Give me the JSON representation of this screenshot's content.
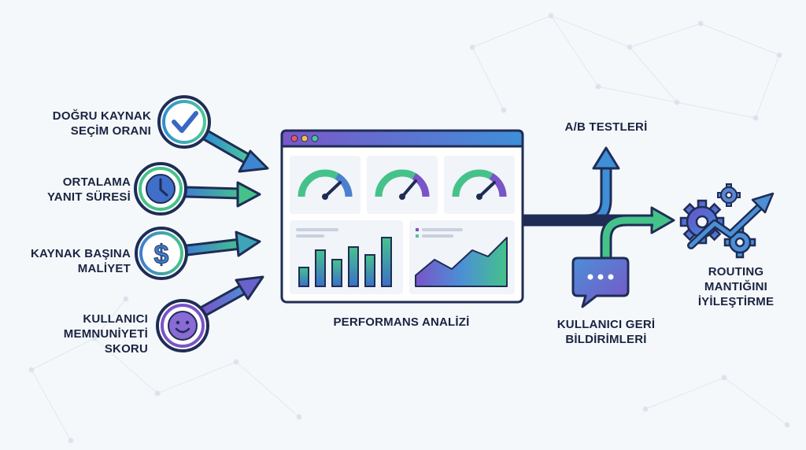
{
  "metrics": [
    {
      "lines": [
        "DOĞRU KAYNAK",
        "SEÇİM ORANI"
      ],
      "icon": "checkmark-icon"
    },
    {
      "lines": [
        "ORTALAMA",
        "YANIT SÜRESİ"
      ],
      "icon": "clock-icon"
    },
    {
      "lines": [
        "KAYNAK BAŞINA",
        "MALİYET"
      ],
      "icon": "dollar-icon"
    },
    {
      "lines": [
        "KULLANICI",
        "MEMNUNİYETİ",
        "SKORU"
      ],
      "icon": "smiley-icon"
    }
  ],
  "center": {
    "label": "PERFORMANS ANALİZİ",
    "icon": "dashboard-window-icon"
  },
  "ab_tests": {
    "label": "A/B TESTLERİ"
  },
  "feedback": {
    "lines": [
      "KULLANICI GERİ",
      "BİLDİRİMLERİ"
    ],
    "icon": "chat-bubble-icon"
  },
  "outcome": {
    "lines": [
      "ROUTING",
      "MANTIĞINI",
      "İYİLEŞTİRME"
    ],
    "icon": "gears-icon"
  },
  "colors": {
    "navy": "#1f2d55",
    "blue": "#3f7fd0",
    "green": "#45c28a",
    "purple": "#6a4fc8",
    "background": "#f5f8fb"
  }
}
